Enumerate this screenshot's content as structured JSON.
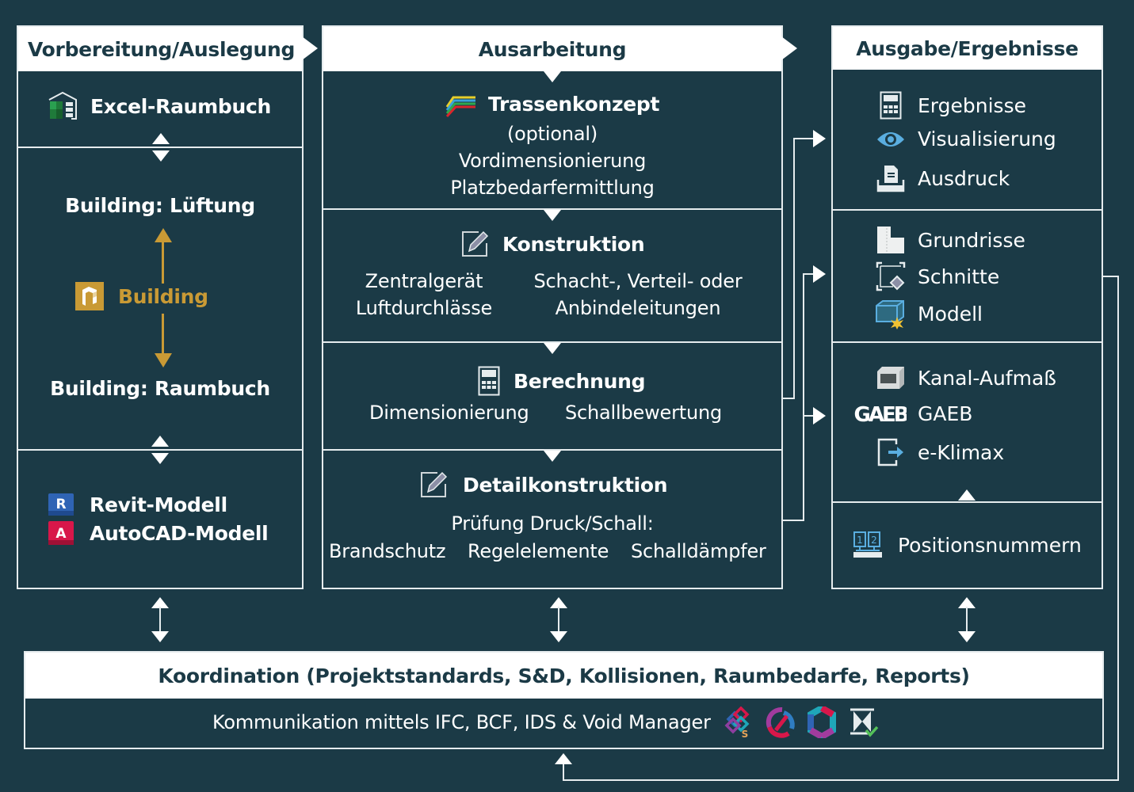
{
  "columns": {
    "preparation": {
      "header": "Vorbereitung/Auslegung",
      "excel": "Excel-Raumbuch",
      "building_lueftung": "Building: Lüftung",
      "building": "Building",
      "building_raumbuch": "Building: Raumbuch",
      "revit": "Revit-Modell",
      "autocad": "AutoCAD-Modell"
    },
    "elaboration": {
      "header": "Ausarbeitung",
      "trassen": {
        "title": "Trassenkonzept",
        "lines": [
          "(optional)",
          "Vordimensionierung",
          "Platzbedarfermittlung"
        ]
      },
      "konstruktion": {
        "title": "Konstruktion",
        "left": [
          "Zentralgerät",
          "Luftdurchlässe"
        ],
        "right": [
          "Schacht-, Verteil- oder",
          "Anbindeleitungen"
        ]
      },
      "berechnung": {
        "title": "Berechnung",
        "items": [
          "Dimensionierung",
          "Schallbewertung"
        ]
      },
      "detail": {
        "title": "Detailkonstruktion",
        "line1": "Prüfung Druck/Schall:",
        "items": [
          "Brandschutz",
          "Regelelemente",
          "Schalldämpfer"
        ]
      }
    },
    "output": {
      "header": "Ausgabe/Ergebnisse",
      "group1": [
        "Ergebnisse",
        "Visualisierung",
        "Ausdruck"
      ],
      "group2": [
        "Grundrisse",
        "Schnitte",
        "Modell"
      ],
      "group3": [
        "Kanal-Aufmaß",
        "GAEB",
        "e-Klimax"
      ],
      "group4": "Positionsnummern"
    }
  },
  "coordination": {
    "header": "Koordination (Projektstandards, S&D, Kollisionen, Raumbedarfe, Reports)",
    "body": "Kommunikation mittels IFC, BCF, IDS & Void Manager"
  },
  "colors": {
    "background": "#1b3a46",
    "border": "#e6ecee",
    "building_accent": "#c99a35",
    "revit_blue": "#2f64b5",
    "autocad_red": "#d8174a",
    "eye_blue": "#5aaee0"
  }
}
